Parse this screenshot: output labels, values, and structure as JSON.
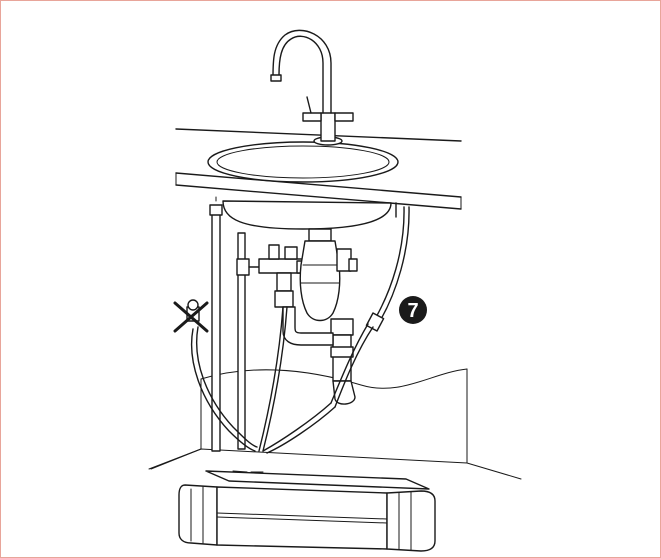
{
  "callout": {
    "step_number": "7"
  },
  "colors": {
    "frame_border": "#e8a59a",
    "ink": "#1a1a1a",
    "background": "#ffffff"
  },
  "icons": [
    "faucet-icon",
    "sink-basin",
    "drain-trap",
    "water-valve",
    "filter-unit",
    "cross-mark-icon",
    "step-badge"
  ]
}
